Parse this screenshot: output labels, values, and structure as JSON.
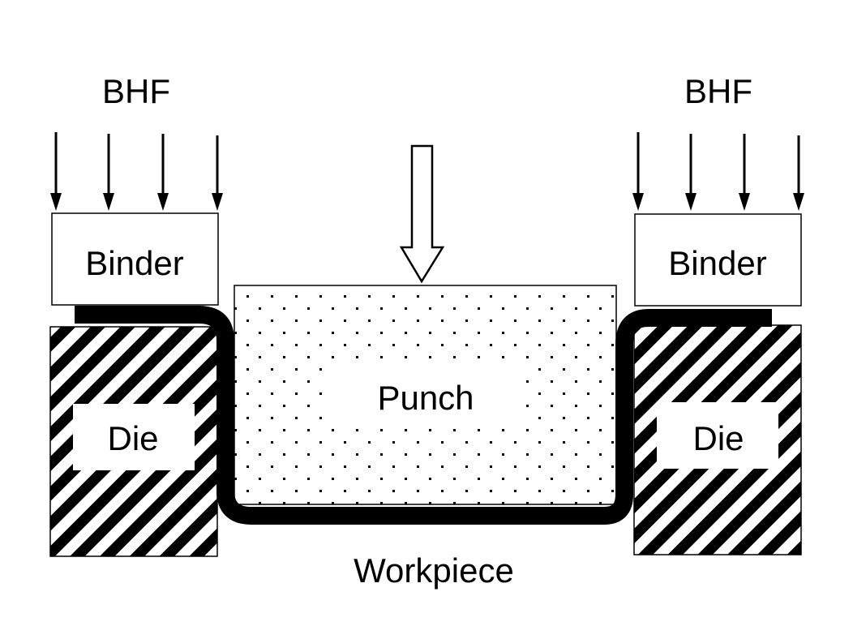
{
  "labels": {
    "bhf_left": "BHF",
    "bhf_right": "BHF",
    "binder_left": "Binder",
    "binder_right": "Binder",
    "punch": "Punch",
    "die_left": "Die",
    "die_right": "Die",
    "workpiece": "Workpiece"
  },
  "colors": {
    "ink": "#000000",
    "background": "#ffffff"
  }
}
